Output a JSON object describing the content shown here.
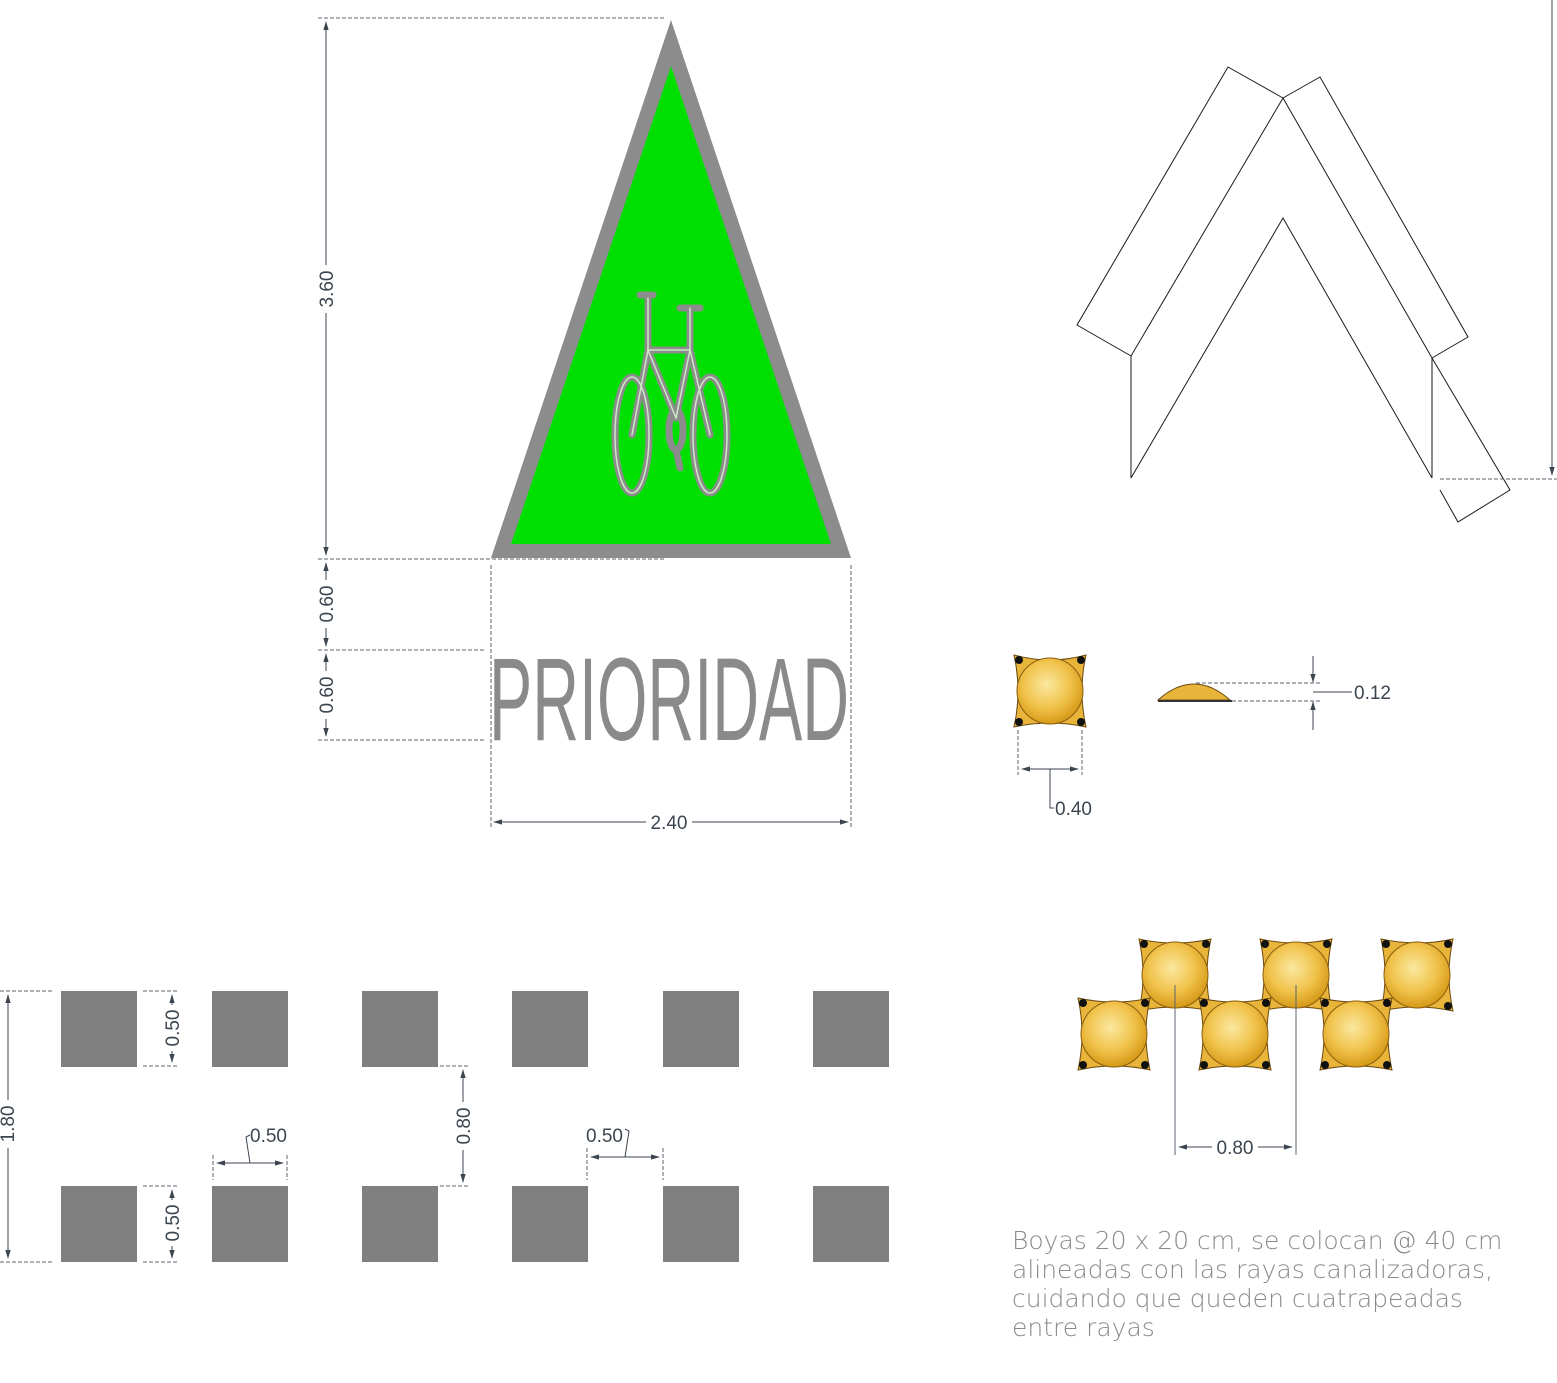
{
  "sign": {
    "word": "PRIORIDAD",
    "height_label": "3.60",
    "word_gap_label": "0.60",
    "word_height_label": "0.60",
    "width_label": "2.40",
    "bicycle": "bicycle-icon",
    "colors": {
      "fill": "#00e000",
      "border": "#8c8c8c",
      "word": "#8a8a8a"
    }
  },
  "buoy": {
    "width_label": "0.40",
    "height_label": "0.12",
    "spacing_label": "0.80",
    "colors": {
      "body": "#e8b43a",
      "dome": "#f3cc55",
      "studs": "#111111"
    }
  },
  "stripes": {
    "total_label": "1.80",
    "square_label_top": "0.50",
    "square_label_bottom": "0.50",
    "gap_label": "0.80",
    "spacing_label_left": "0.50",
    "spacing_label_right": "0.50",
    "color": "#808080"
  },
  "note": "Boyas 20 x 20 cm, se colocan @  40 cm alineadas con las rayas canalizadoras, cuidando que queden cuatrapeadas entre rayas"
}
